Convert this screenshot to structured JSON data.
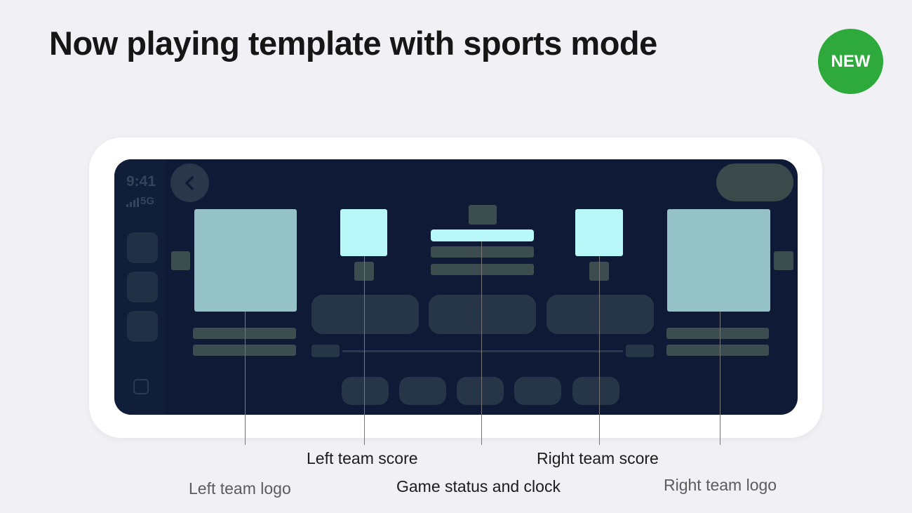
{
  "slide": {
    "title": "Now playing template with sports mode",
    "badge": "NEW",
    "badge_color": "#2eaa3c"
  },
  "screen": {
    "status": {
      "time": "9:41",
      "network": "5G"
    },
    "icons": {
      "back": "chevron-left-icon",
      "home": "square-icon",
      "signal": "signal-bars-icon"
    },
    "colors": {
      "background": "#0e1a36",
      "logo": "#94c2c6",
      "score": "#b8f8f9",
      "placeholder": "#3b4d4e"
    }
  },
  "callouts": {
    "left_team_logo": "Left team logo",
    "left_team_score": "Left team score",
    "game_status_clock": "Game status and clock",
    "right_team_score": "Right team score",
    "right_team_logo": "Right team logo"
  }
}
